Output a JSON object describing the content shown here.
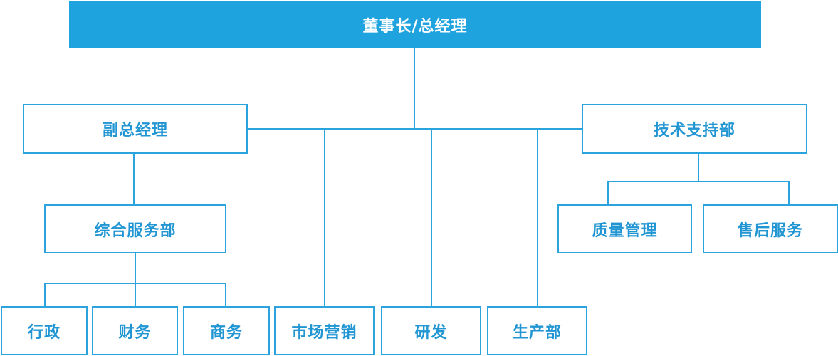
{
  "org": {
    "ceo": "董事长/总经理",
    "vp": "副总经理",
    "tech": "技术支持部",
    "general_services": "综合服务部",
    "quality": "质量管理",
    "after_sales": "售后服务",
    "admin": "行政",
    "finance": "财务",
    "business": "商务",
    "marketing": "市场营销",
    "rnd": "研发",
    "production": "生产部"
  },
  "colors": {
    "primary": "#1fa3de",
    "border": "#2ba3dd",
    "text": "#2196d3",
    "background": "#ffffff"
  }
}
